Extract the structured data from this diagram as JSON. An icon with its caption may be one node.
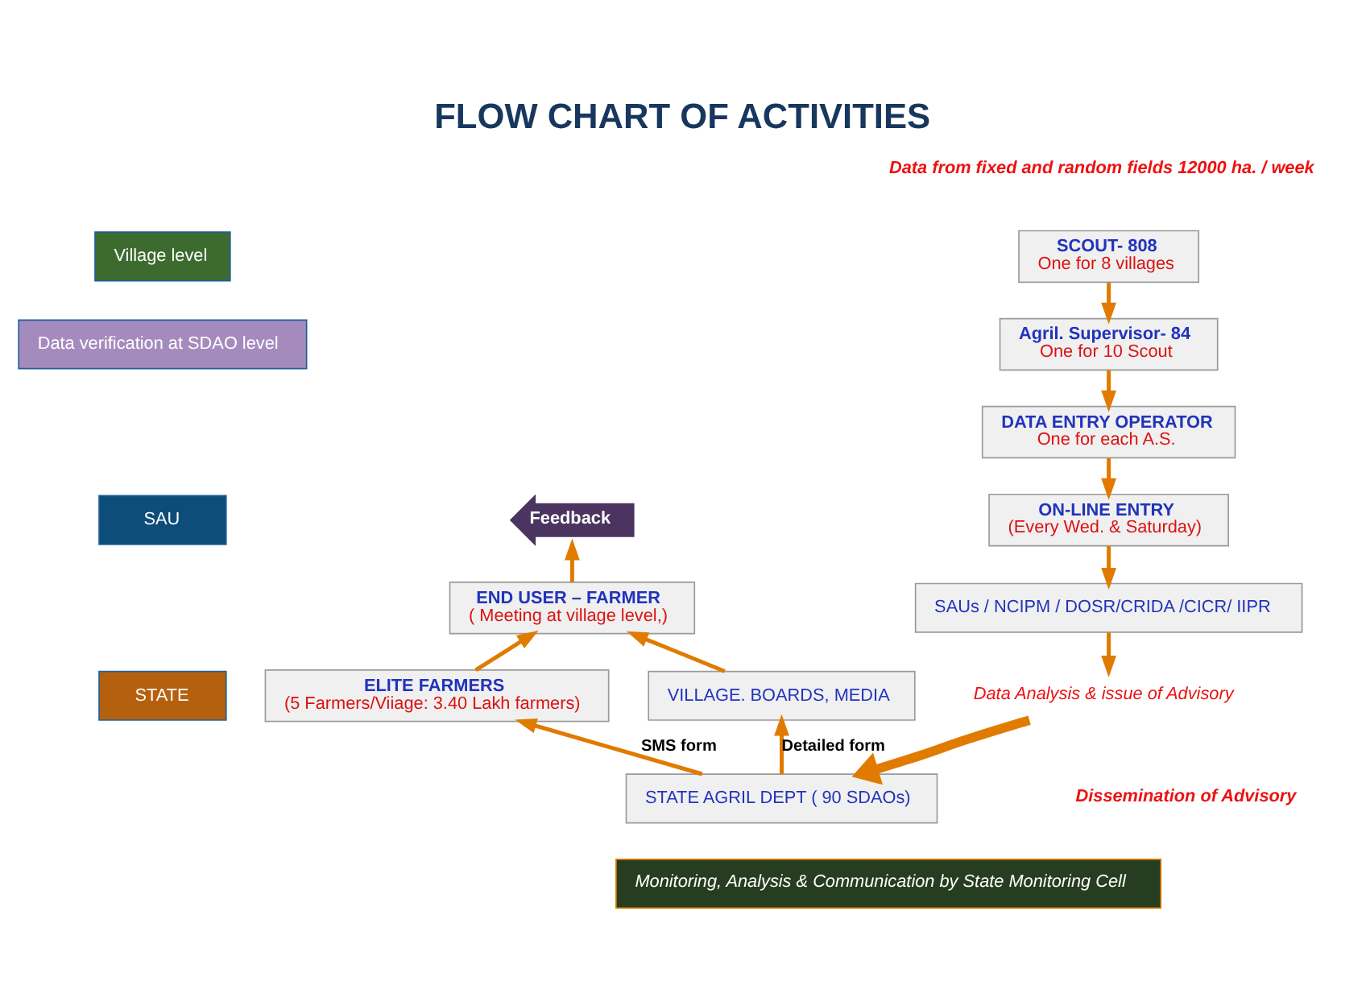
{
  "diagram": {
    "title": "FLOW CHART OF ACTIVITIES",
    "nodes": [
      {
        "text": [
          "Village level"
        ]
      },
      {
        "text": [
          "Data verification at SDAO level"
        ]
      },
      {
        "text": [
          "SAU"
        ]
      },
      {
        "text": [
          "STATE"
        ]
      },
      {
        "text": [
          "SCOUT- 808",
          "One for 8 villages"
        ]
      },
      {
        "text": [
          "Agril. Supervisor- 84",
          "One for 10 Scout"
        ]
      },
      {
        "text": [
          "DATA ENTRY OPERATOR",
          "One for each A.S."
        ]
      },
      {
        "text": [
          "ON-LINE ENTRY",
          "(Every Wed. & Saturday)"
        ]
      },
      {
        "text": [
          "SAUs / NCIPM / DOSR/CRIDA /CICR/ IIPR"
        ]
      },
      {
        "text": [
          "Data Analysis & issue of Advisory"
        ]
      },
      {
        "text": [
          "Feedback"
        ]
      },
      {
        "text": [
          "END USER – FARMER",
          "( Meeting at village level,)"
        ]
      },
      {
        "text": [
          "ELITE FARMERS",
          "(5 Farmers/Viiage: 3.40 Lakh farmers)"
        ]
      },
      {
        "text": [
          "VILLAGE. BOARDS, MEDIA"
        ]
      },
      {
        "text": [
          "STATE AGRIL DEPT ( 90 SDAOs)"
        ]
      },
      {
        "text": [
          "Monitoring, Analysis & Communication by State Monitoring Cell"
        ]
      }
    ],
    "edges": [
      {
        "from": 4,
        "to": 5,
        "arrow": "to"
      },
      {
        "from": 5,
        "to": 6,
        "arrow": "to"
      },
      {
        "from": 6,
        "to": 7,
        "arrow": "to"
      },
      {
        "from": 7,
        "to": 8,
        "arrow": "to"
      },
      {
        "from": 8,
        "to": 9,
        "arrow": "to"
      },
      {
        "from": 9,
        "to": 14,
        "arrow": "to",
        "style": "thick"
      },
      {
        "from": 14,
        "to": 12,
        "arrow": "to",
        "label": "SMS form"
      },
      {
        "from": 14,
        "to": 13,
        "arrow": "to",
        "label": "Detailed form"
      },
      {
        "from": 12,
        "to": 11,
        "arrow": "to"
      },
      {
        "from": 13,
        "to": 11,
        "arrow": "to"
      },
      {
        "from": 11,
        "to": 10,
        "arrow": "to"
      }
    ],
    "labels": [
      "Data from fixed and random fields 12000 ha. / week",
      "Dissemination of Advisory"
    ]
  }
}
